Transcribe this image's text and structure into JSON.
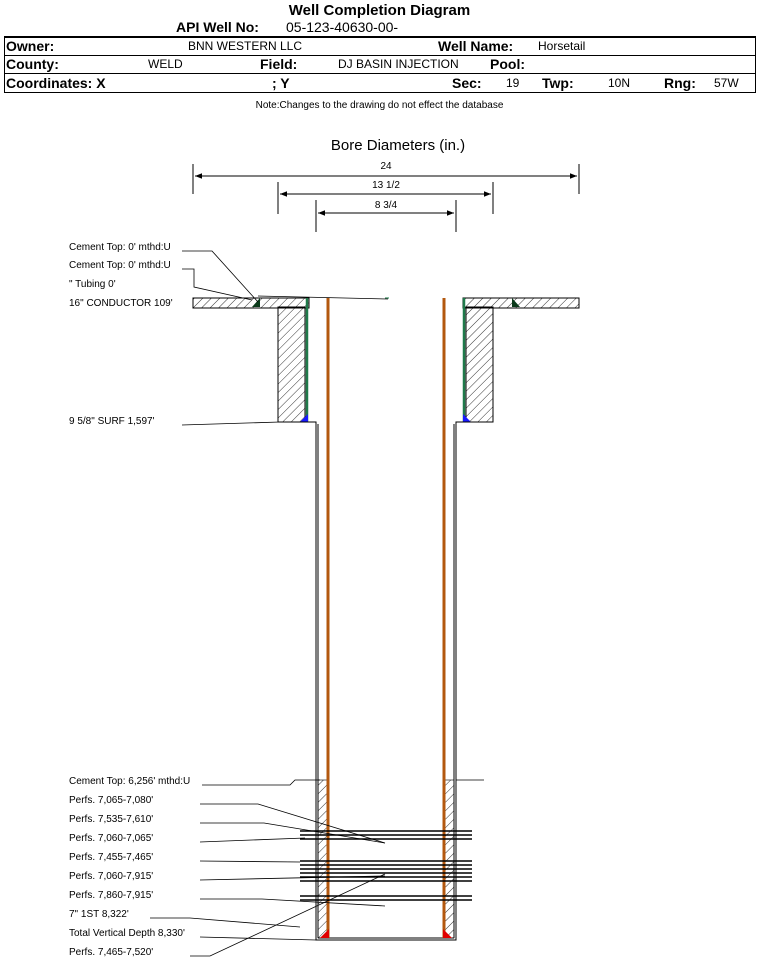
{
  "title": "Well Completion Diagram",
  "header": {
    "api_label": "API Well No:",
    "api_value": "05-123-40630-00-",
    "owner_label": "Owner:",
    "owner_value": "BNN WESTERN LLC",
    "wellname_label": "Well Name:",
    "wellname_value": "Horsetail",
    "county_label": "County:",
    "county_value": "WELD",
    "field_label": "Field:",
    "field_value": "DJ BASIN INJECTION",
    "pool_label": "Pool:",
    "coords_label": "Coordinates: X",
    "coords_y_label": "; Y",
    "sec_label": "Sec:",
    "sec_value": "19",
    "twp_label": "Twp:",
    "twp_value": "10N",
    "rng_label": "Rng:",
    "rng_value": "57W"
  },
  "note": "Note:Changes to the drawing do not effect the database",
  "bore": {
    "title": "Bore Diameters (in.)",
    "dims": [
      "24",
      "13 1/2",
      "8 3/4"
    ]
  },
  "labels": [
    "Cement Top: 0' mthd:U",
    "Cement Top: 0' mthd:U",
    "\" Tubing 0'",
    "16\" CONDUCTOR  109'",
    "9 5/8\" SURF      1,597'",
    "Cement Top: 6,256' mthd:U",
    "Perfs. 7,065-7,080'",
    "Perfs. 7,535-7,610'",
    "Perfs. 7,060-7,065'",
    "Perfs. 7,455-7,465'",
    "Perfs. 7,060-7,915'",
    "Perfs. 7,860-7,915'",
    "7\" 1ST       8,322'",
    "Total Vertical Depth 8,330'",
    "Perfs. 7,465-7,520'"
  ],
  "colors": {
    "tubing": "#b3580f",
    "casing_green": "#1f7a4a",
    "shoe_blue": "#1a1aff",
    "shoe_red": "#e00000"
  }
}
